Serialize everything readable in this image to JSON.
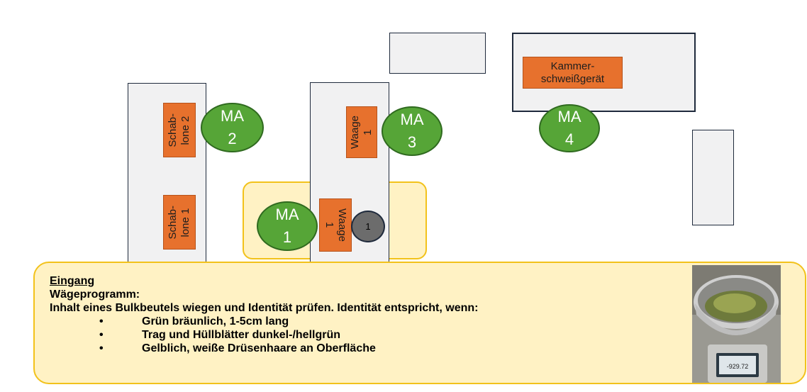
{
  "colors": {
    "table_fill": "#f1f1f2",
    "table_border": "#1f2a3c",
    "device_fill": "#e7712d",
    "worker_fill": "#56a537",
    "marker_fill": "#6c6c6c",
    "highlight_fill": "#fff2c4",
    "highlight_border": "#f2c21b"
  },
  "devices": {
    "schablone_2": "Schab-\nlone 2",
    "schablone_1": "Schab-\nlone 1",
    "waage_1_top": "Waage\n1",
    "waage_1_bottom": "Waage\n1",
    "kammer": "Kammer-\nschweißgerät"
  },
  "workers": {
    "ma1": {
      "line1": "MA",
      "line2": "1"
    },
    "ma2": {
      "line1": "MA",
      "line2": "2"
    },
    "ma3": {
      "line1": "MA",
      "line2": "3"
    },
    "ma4": {
      "line1": "MA",
      "line2": "4"
    }
  },
  "marker": {
    "label": "1"
  },
  "info": {
    "heading": "Eingang",
    "program": "Wägeprogramm:",
    "description": "Inhalt eines Bulkbeutels wiegen und Identität prüfen. Identität entspricht, wenn:",
    "bullets": [
      "Grün bräunlich, 1-5cm lang",
      "Trag und Hüllblätter dunkel-/hellgrün",
      "Gelblich, weiße Drüsenhaare an Oberfläche"
    ],
    "bullet_symbol": "•",
    "photo_display_value": "-929.72"
  }
}
